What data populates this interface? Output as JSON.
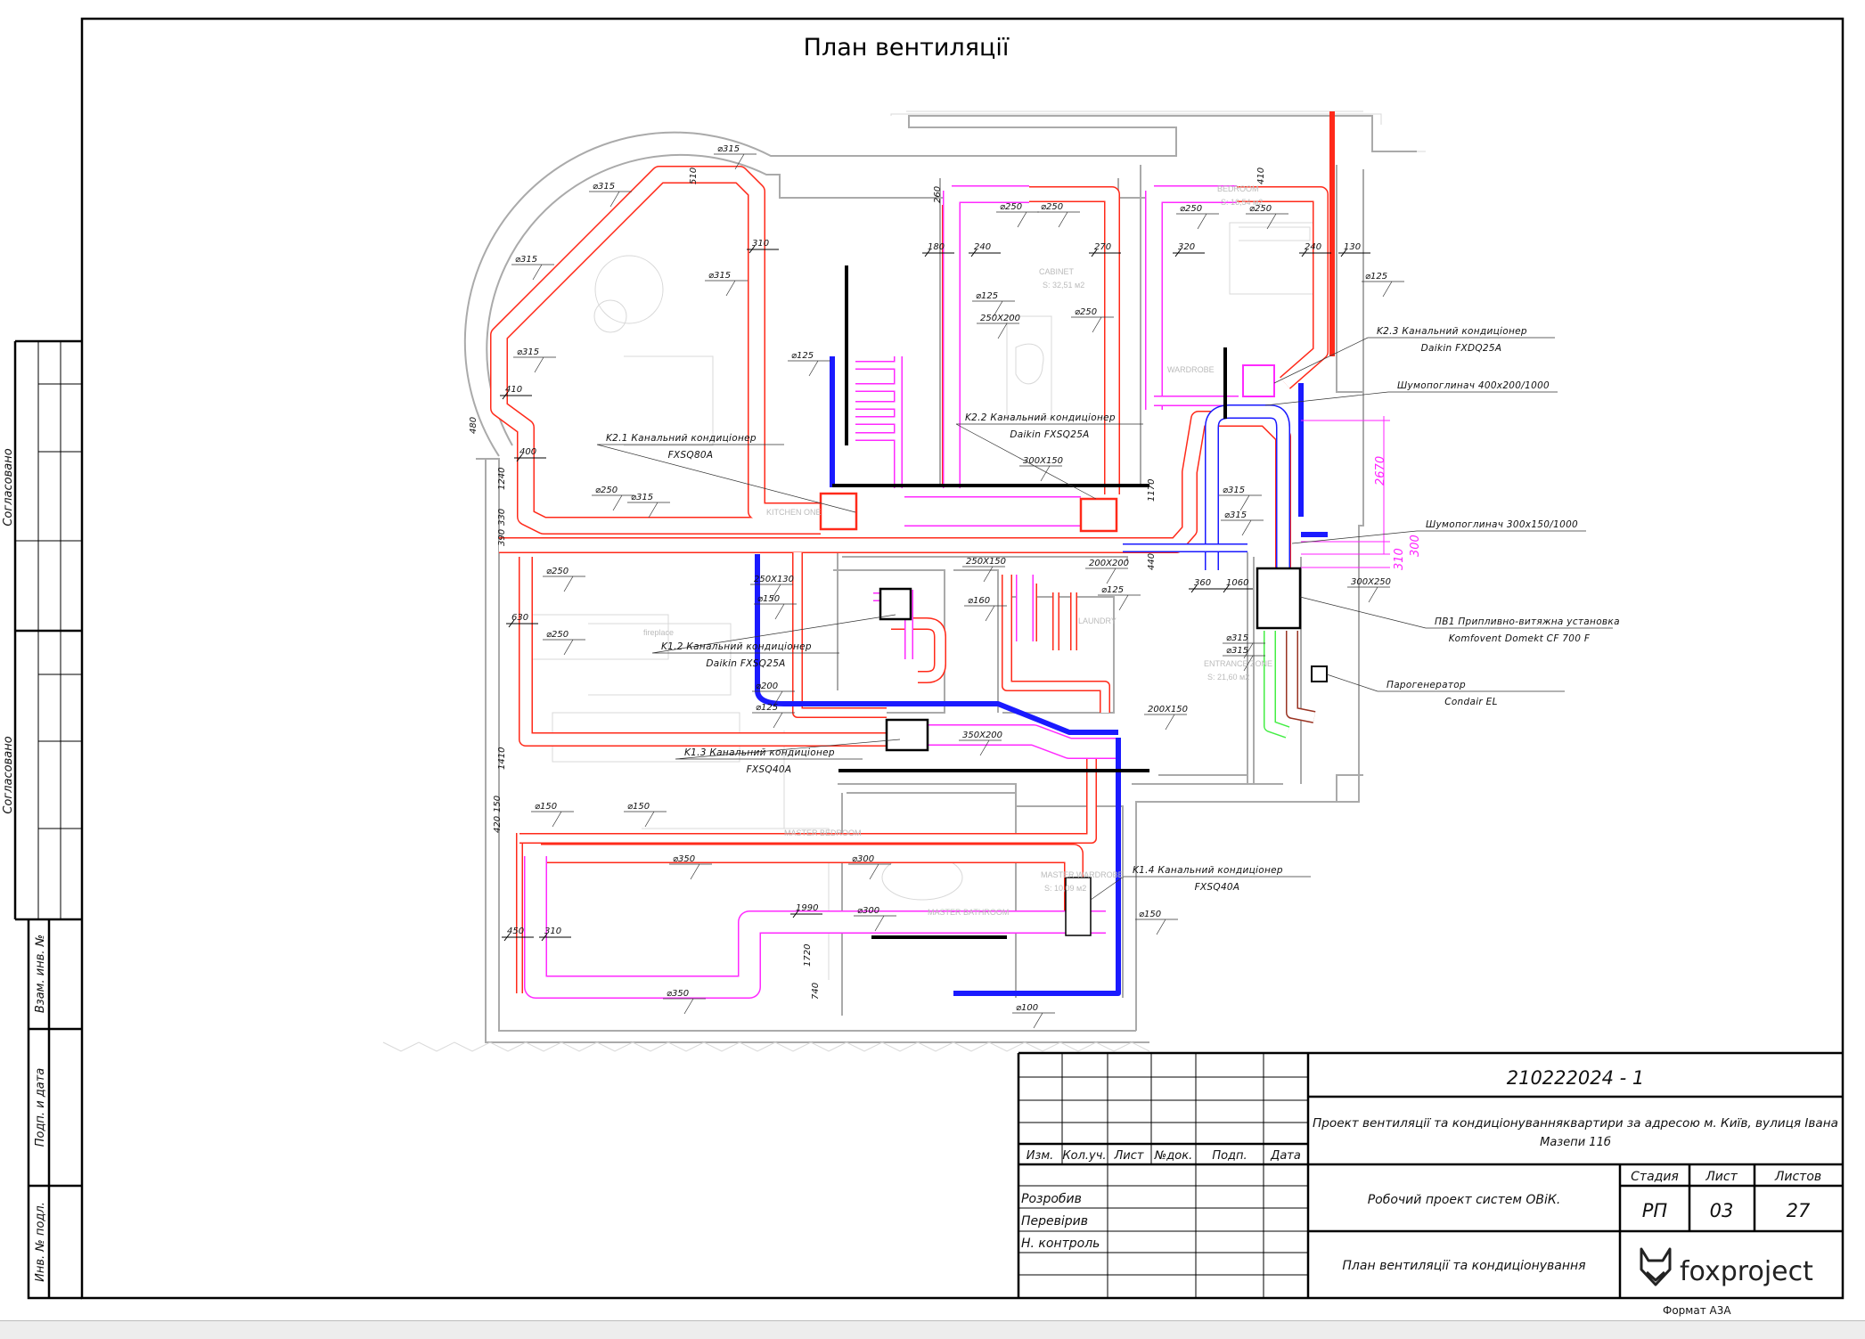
{
  "sheet_title": "План вентиляції",
  "format_label": "Формат А3А",
  "side_stamp": {
    "approved_1": "Согласовано",
    "approved_2": "Согласовано",
    "replaced_inv": "Взам. инв. №",
    "sign_date": "Подп. и дата",
    "inv_original": "Инв. № подл."
  },
  "title_block": {
    "code": "210222024 - 1",
    "project": "Проект вентиляції та кондиціонуванняквартири за адресою м. Київ, вулиця Івана",
    "project_line2": "Мазепи 11б",
    "headers": [
      "Изм.",
      "Кол.уч.",
      "Лист",
      "№док.",
      "Подп.",
      "Дата"
    ],
    "roles": [
      "Розробив",
      "Перевірив",
      "Н. контроль"
    ],
    "section": "Робочий проект систем ОВіК.",
    "sheet_name": "План вентиляції та кондиціонування",
    "stage_label": "Стадия",
    "sheet_label": "Лист",
    "sheets_label": "Листов",
    "stage": "РП",
    "sheet": "03",
    "sheets": "27",
    "logo_text": "foxproject"
  },
  "plan": {
    "annotations": [
      "⌀315",
      "⌀315",
      "⌀315",
      "⌀315",
      "⌀315",
      "⌀250",
      "⌀315",
      "⌀125",
      "⌀125",
      "250X200",
      "⌀250",
      "⌀250",
      "⌀250",
      "300X150",
      "⌀250",
      "⌀250",
      "⌀125",
      "⌀315",
      "⌀315",
      "300X250",
      "⌀315",
      "⌀315",
      "250X150",
      "200X200",
      "250X130",
      "⌀150",
      "⌀160",
      "⌀125",
      "⌀250",
      "⌀250",
      "⌀200",
      "⌀125",
      "200X150",
      "350X200",
      "⌀150",
      "⌀150",
      "⌀350",
      "⌀300",
      "⌀300",
      "⌀150",
      "⌀350",
      "⌀100"
    ],
    "dimensions": [
      "510",
      "310",
      "410",
      "480",
      "400",
      "1240",
      "330",
      "390",
      "630",
      "1410",
      "150",
      "420",
      "450",
      "310",
      "1990",
      "1720",
      "740",
      "260",
      "180",
      "240",
      "270",
      "320",
      "410",
      "240",
      "130",
      "1170",
      "440",
      "360",
      "1060",
      "2670",
      "310",
      "300"
    ],
    "equipment": [
      {
        "name": "K2.1 Канальний кондиціонер",
        "model": "FXSQ80A"
      },
      {
        "name": "K2.2 Канальний кондиціонер",
        "model": "Daikin FXSQ25A"
      },
      {
        "name": "K2.3 Канальний кондиціонер",
        "model": "Daikin FXDQ25A"
      },
      {
        "name": "ПВ1 Припливно-витяжна установка",
        "model": "Komfovent Domekt CF 700 F"
      },
      {
        "name": "Парогенератор",
        "model": "Condair EL"
      },
      {
        "name": "K1.2 Канальний кондиціонер",
        "model": "Daikin FXSQ25A"
      },
      {
        "name": "K1.3 Канальний кондиціонер",
        "model": "FXSQ40A"
      },
      {
        "name": "K1.4 Канальний кондиціонер",
        "model": "FXSQ40A"
      }
    ],
    "silencers": [
      "Шумопоглинач 400x200/1000",
      "Шумопоглинач 300x150/1000"
    ],
    "rooms": [
      {
        "name": "KITCHEN ONE",
        "area": ""
      },
      {
        "name": "CABINET",
        "area": "S: 32,51 м2"
      },
      {
        "name": "BEDROOM",
        "area": "S: 16,54 м2"
      },
      {
        "name": "WARDROBE",
        "area": ""
      },
      {
        "name": "fireplace",
        "area": ""
      },
      {
        "name": "LAUNDRY",
        "area": ""
      },
      {
        "name": "ENTRANCE ZONE",
        "area": "S: 21,60 м2"
      },
      {
        "name": "MASTER BEDROOM",
        "area": ""
      },
      {
        "name": "MASTER WARDROBE",
        "area": "S: 10,09 м2"
      },
      {
        "name": "MASTER BATHROOM",
        "area": ""
      }
    ],
    "colors": {
      "exhaust": "#ff2a1a",
      "supply": "#ff2aff",
      "return": "#1a1aff",
      "outdoor": "#44ee44",
      "discharge": "#993322",
      "dimension_magenta": "#ff22ff"
    }
  }
}
